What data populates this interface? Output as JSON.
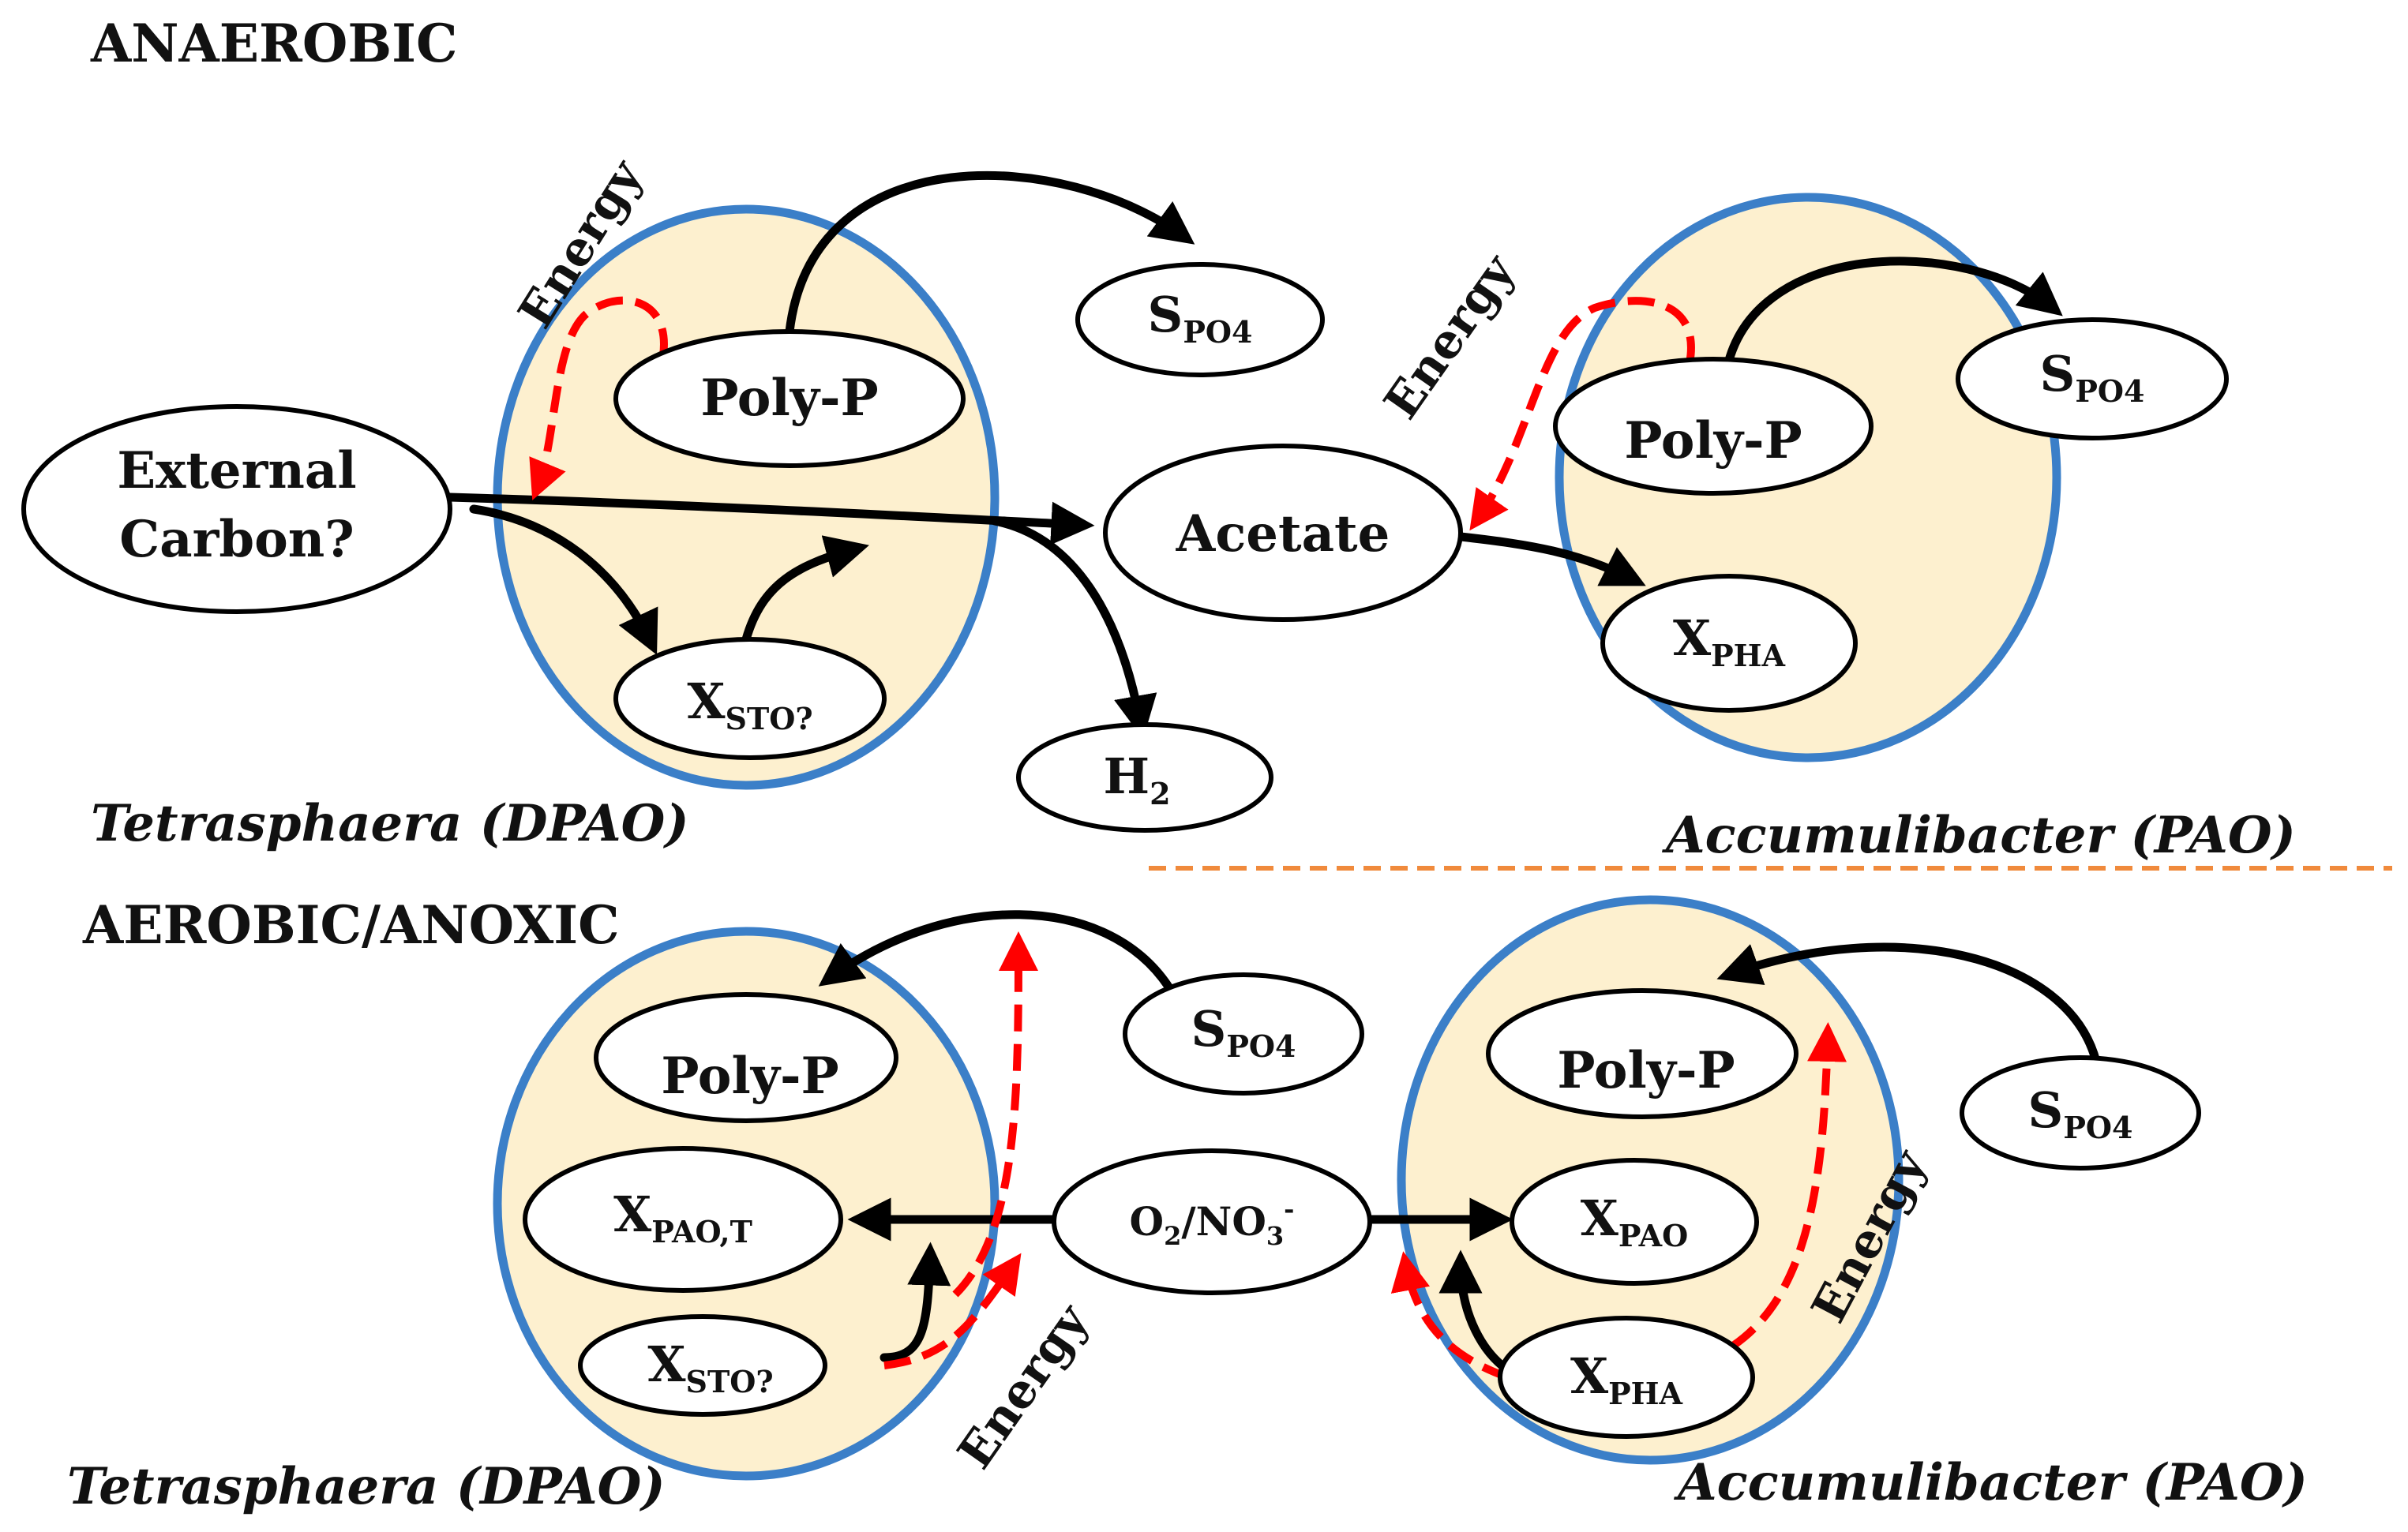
{
  "colors": {
    "cell_fill": "#fdf0cf",
    "cell_stroke": "#3b7fc8",
    "arrow_black": "#000000",
    "arrow_red_dashed": "#ff0000",
    "divider_dashed": "#f08a3c"
  },
  "anaerobic": {
    "heading": "ANAEROBIC",
    "external_carbon": [
      "External",
      "Carbon?"
    ],
    "acetate": "Acetate",
    "h2": {
      "base": "H",
      "sub": "2"
    },
    "tetrasphaera": {
      "energy": "Energy",
      "polyp": "Poly-P",
      "xsto": {
        "base": "X",
        "sub": "STO?"
      },
      "spo4": {
        "base": "S",
        "sub": "PO4"
      },
      "caption": "Tetrasphaera (DPAO)"
    },
    "accumulibacter": {
      "energy": "Energy",
      "polyp": "Poly-P",
      "xpha": {
        "base": "X",
        "sub": "PHA"
      },
      "spo4": {
        "base": "S",
        "sub": "PO4"
      },
      "caption": "Accumulibacter (PAO)"
    }
  },
  "aerobic": {
    "heading": "AEROBIC/ANOXIC",
    "oxidant": {
      "a": "O",
      "a_sub": "2",
      "b": "/NO",
      "b_sub": "3",
      "b_sup": "-"
    },
    "tetrasphaera": {
      "energy": "Energy",
      "polyp": "Poly-P",
      "xpao": {
        "base": "X",
        "sub": "PAO,T"
      },
      "xsto": {
        "base": "X",
        "sub": "STO?"
      },
      "spo4": {
        "base": "S",
        "sub": "PO4"
      },
      "caption": "Tetrasphaera (DPAO)"
    },
    "accumulibacter": {
      "energy": "Energy",
      "polyp": "Poly-P",
      "xpao": {
        "base": "X",
        "sub": "PAO"
      },
      "xpha": {
        "base": "X",
        "sub": "PHA"
      },
      "spo4": {
        "base": "S",
        "sub": "PO4"
      },
      "caption": "Accumulibacter (PAO)"
    }
  }
}
